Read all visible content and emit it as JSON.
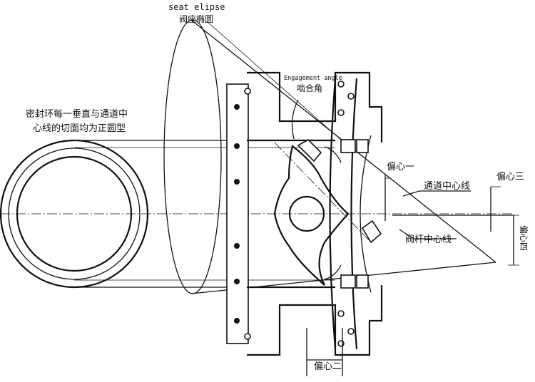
{
  "labels": {
    "seat_ellipse_en": "seat elipse",
    "seat_ellipse_zh": "阀座椭圆",
    "engagement_angle_en": "Engagement angle",
    "engagement_angle_zh": "啮合角",
    "seal_note_line1": "密封环每一垂直与通道中",
    "seal_note_line2": "心线的切面均为正圆型",
    "offset_one": "偏心一",
    "offset_two": "偏心二",
    "offset_three": "偏心三",
    "offset_four": "偏心四",
    "channel_centerline": "通道中心线",
    "stem_centerline": "阀杆中心线"
  },
  "colors": {
    "line": "#111111",
    "background": "#ffffff"
  }
}
